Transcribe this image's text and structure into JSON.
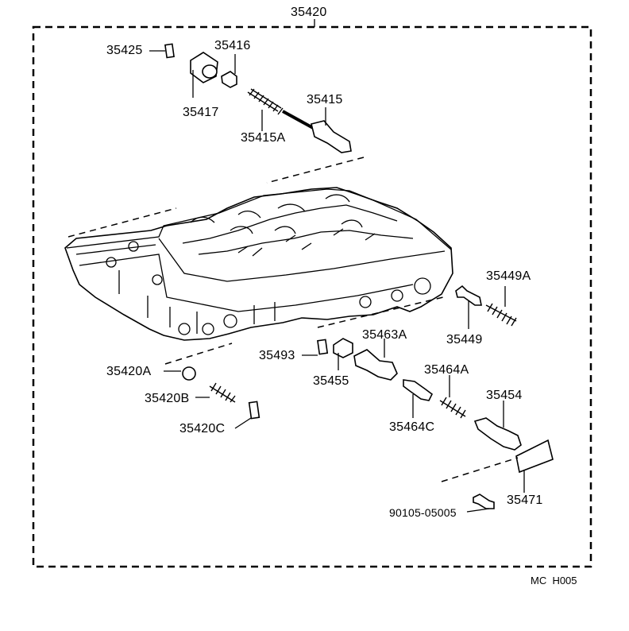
{
  "assembly_number": "35420",
  "diagram_code": "MC  H005",
  "parts": [
    {
      "id": "p35425",
      "label": "35425"
    },
    {
      "id": "p35416",
      "label": "35416"
    },
    {
      "id": "p35417",
      "label": "35417"
    },
    {
      "id": "p35415",
      "label": "35415"
    },
    {
      "id": "p35415A",
      "label": "35415A"
    },
    {
      "id": "p35449A",
      "label": "35449A"
    },
    {
      "id": "p35449",
      "label": "35449"
    },
    {
      "id": "p35463A",
      "label": "35463A"
    },
    {
      "id": "p35493",
      "label": "35493"
    },
    {
      "id": "p35455",
      "label": "35455"
    },
    {
      "id": "p35420A",
      "label": "35420A"
    },
    {
      "id": "p35464A",
      "label": "35464A"
    },
    {
      "id": "p35420B",
      "label": "35420B"
    },
    {
      "id": "p35454",
      "label": "35454"
    },
    {
      "id": "p35464C",
      "label": "35464C"
    },
    {
      "id": "p35420C",
      "label": "35420C"
    },
    {
      "id": "p35471",
      "label": "35471"
    },
    {
      "id": "p90105",
      "label": "90105-05005"
    }
  ]
}
